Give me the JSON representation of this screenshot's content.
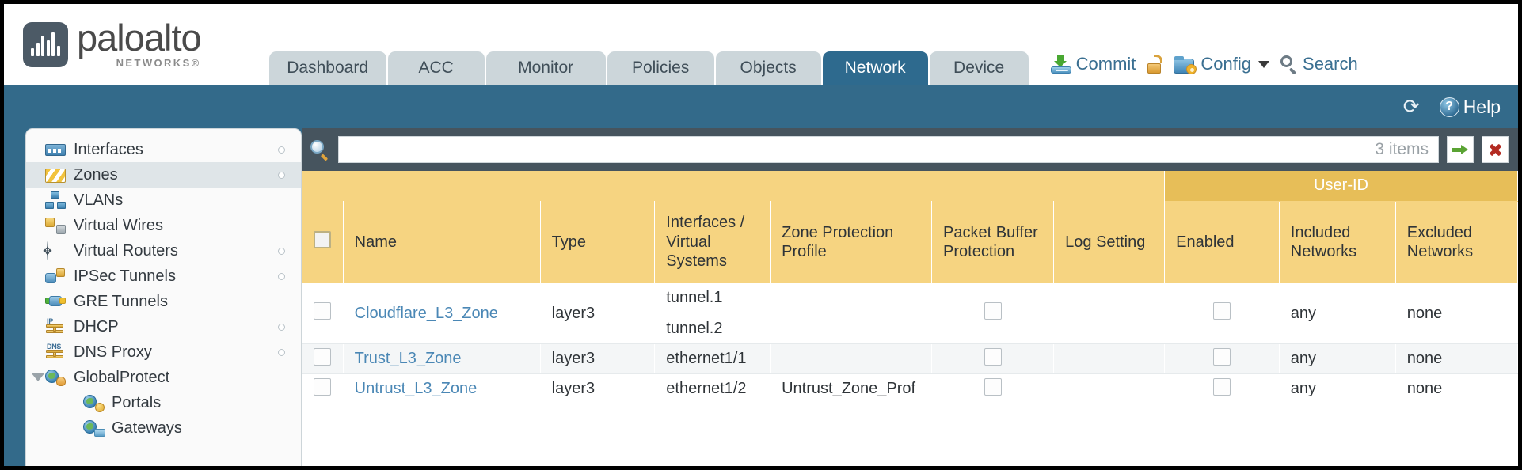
{
  "brand": {
    "name": "paloalto",
    "tagline": "NETWORKS®"
  },
  "nav": {
    "tabs": [
      {
        "label": "Dashboard",
        "active": false
      },
      {
        "label": "ACC",
        "active": false
      },
      {
        "label": "Monitor",
        "active": false
      },
      {
        "label": "Policies",
        "active": false
      },
      {
        "label": "Objects",
        "active": false
      },
      {
        "label": "Network",
        "active": true
      },
      {
        "label": "Device",
        "active": false
      }
    ]
  },
  "header_tools": {
    "commit": "Commit",
    "lock_icon": "unlock-icon",
    "config": "Config",
    "search": "Search"
  },
  "subbar": {
    "refresh_icon": "refresh-icon",
    "help": "Help"
  },
  "sidebar": {
    "items": [
      {
        "label": "Interfaces",
        "icon": "interfaces-icon",
        "selected": false,
        "dot": true,
        "child": false
      },
      {
        "label": "Zones",
        "icon": "zones-icon",
        "selected": true,
        "dot": true,
        "child": false
      },
      {
        "label": "VLANs",
        "icon": "vlans-icon",
        "selected": false,
        "dot": false,
        "child": false
      },
      {
        "label": "Virtual Wires",
        "icon": "virtual-wires-icon",
        "selected": false,
        "dot": false,
        "child": false
      },
      {
        "label": "Virtual Routers",
        "icon": "virtual-routers-icon",
        "selected": false,
        "dot": true,
        "child": false
      },
      {
        "label": "IPSec Tunnels",
        "icon": "ipsec-tunnels-icon",
        "selected": false,
        "dot": true,
        "child": false
      },
      {
        "label": "GRE Tunnels",
        "icon": "gre-tunnels-icon",
        "selected": false,
        "dot": false,
        "child": false
      },
      {
        "label": "DHCP",
        "icon": "dhcp-icon",
        "selected": false,
        "dot": true,
        "child": false
      },
      {
        "label": "DNS Proxy",
        "icon": "dns-proxy-icon",
        "selected": false,
        "dot": true,
        "child": false
      },
      {
        "label": "GlobalProtect",
        "icon": "globalprotect-icon",
        "selected": false,
        "dot": false,
        "child": false,
        "expander": true
      },
      {
        "label": "Portals",
        "icon": "portals-icon",
        "selected": false,
        "dot": false,
        "child": true
      },
      {
        "label": "Gateways",
        "icon": "gateways-icon",
        "selected": false,
        "dot": false,
        "child": true
      }
    ]
  },
  "search": {
    "value": "",
    "placeholder": "",
    "item_count": "3 items",
    "apply_icon": "apply-filter-icon",
    "clear_icon": "clear-filter-icon"
  },
  "table": {
    "group_header": "User-ID",
    "columns": [
      "Name",
      "Type",
      "Interfaces / Virtual Systems",
      "Zone Protection Profile",
      "Packet Buffer Protection",
      "Log Setting",
      "Enabled",
      "Included Networks",
      "Excluded Networks"
    ],
    "rows": [
      {
        "name": "Cloudflare_L3_Zone",
        "type": "layer3",
        "interfaces": [
          "tunnel.1",
          "tunnel.2"
        ],
        "zone_protection_profile": "",
        "packet_buffer_protection": false,
        "log_setting": "",
        "userid_enabled": false,
        "included_networks": "any",
        "excluded_networks": "none"
      },
      {
        "name": "Trust_L3_Zone",
        "type": "layer3",
        "interfaces": [
          "ethernet1/1"
        ],
        "zone_protection_profile": "",
        "packet_buffer_protection": false,
        "log_setting": "",
        "userid_enabled": false,
        "included_networks": "any",
        "excluded_networks": "none"
      },
      {
        "name": "Untrust_L3_Zone",
        "type": "layer3",
        "interfaces": [
          "ethernet1/2"
        ],
        "zone_protection_profile": "Untrust_Zone_Prof",
        "packet_buffer_protection": false,
        "log_setting": "",
        "userid_enabled": false,
        "included_networks": "any",
        "excluded_networks": "none"
      }
    ]
  },
  "colors": {
    "chrome_blue": "#336a8a",
    "tab_active": "#2e6a8e",
    "header_amber": "#f6d481",
    "group_amber": "#e7be58",
    "link_blue": "#4a87b5",
    "search_bar": "#46545e"
  }
}
